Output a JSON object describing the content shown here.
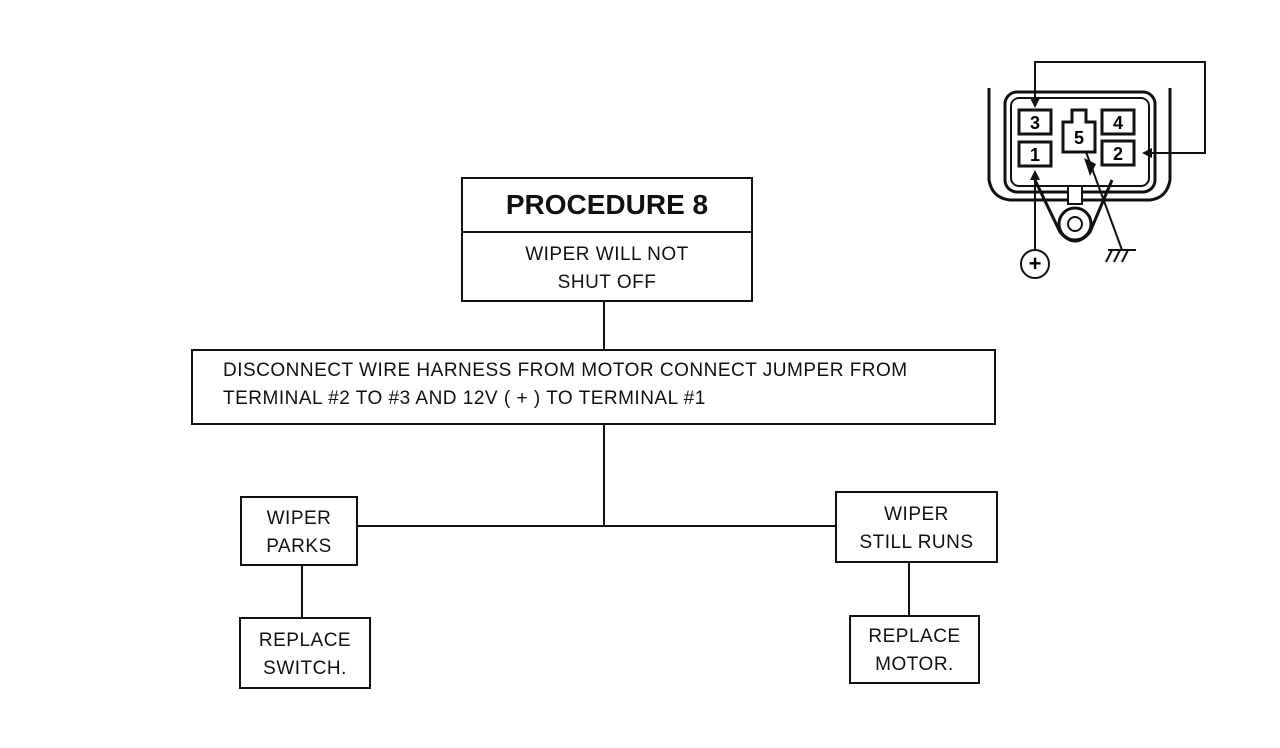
{
  "procedure": {
    "title": "PROCEDURE 8",
    "subtitle_line1": "WIPER WILL NOT",
    "subtitle_line2": "SHUT OFF"
  },
  "step": {
    "line1": "DISCONNECT WIRE HARNESS FROM MOTOR  CONNECT JUMPER FROM",
    "line2": "TERMINAL #2 TO #3 AND 12V ( + ) TO TERMINAL #1"
  },
  "left_branch": {
    "result_line1": "WIPER",
    "result_line2": "PARKS",
    "action_line1": "REPLACE",
    "action_line2": "SWITCH."
  },
  "right_branch": {
    "result_line1": "WIPER",
    "result_line2": "STILL RUNS",
    "action_line1": "REPLACE",
    "action_line2": "MOTOR."
  },
  "connector": {
    "terminals": [
      "1",
      "2",
      "3",
      "4",
      "5"
    ],
    "positive_symbol": "+"
  }
}
